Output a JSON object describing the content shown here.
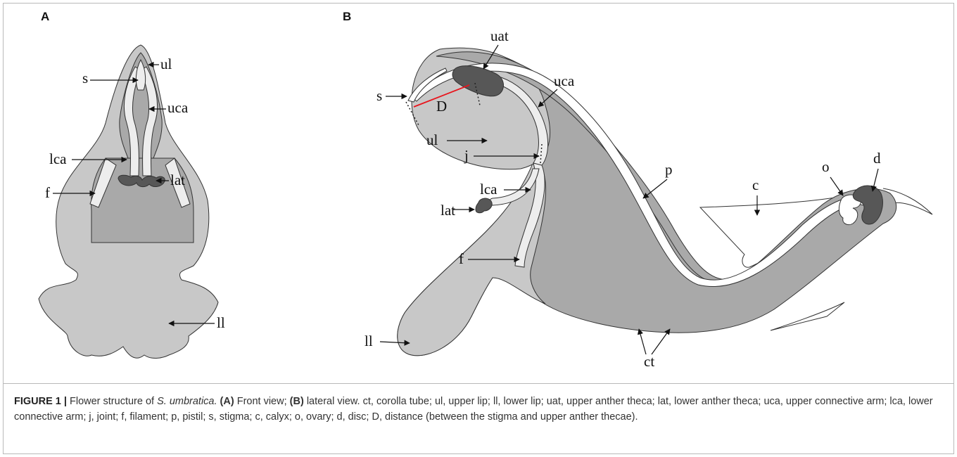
{
  "panels": {
    "a": "A",
    "b": "B"
  },
  "labels_a": {
    "ul": "ul",
    "s": "s",
    "uca": "uca",
    "lca": "lca",
    "lat": "lat",
    "f": "f",
    "ll": "ll"
  },
  "labels_b": {
    "uat": "uat",
    "s": "s",
    "uca": "uca",
    "D": "D",
    "ul": "ul",
    "j": "j",
    "p": "p",
    "lca": "lca",
    "lat": "lat",
    "o": "o",
    "d": "d",
    "c": "c",
    "f": "f",
    "ll": "ll",
    "ct": "ct"
  },
  "caption": {
    "figure": "FIGURE 1 |",
    "t1": " Flower structure of ",
    "species": "S. umbratica.",
    "pa": " (A)",
    "t2": " Front view; ",
    "pb": "(B)",
    "t3": " lateral view. ct, corolla tube; ul, upper lip; ll, lower lip; uat, upper anther theca; lat, lower anther theca; uca, upper connective arm; lca, lower connective arm; j, joint; f, filament; p, pistil; s, stigma; c, calyx; o, ovary; d, disc; D, distance (between the stigma and upper anther thecae)."
  },
  "colors": {
    "light": "#c8c8c8",
    "mid": "#a9a9a9",
    "dark": "#575757",
    "white": "#ededed",
    "stroke": "#222222",
    "red": "#e8141c"
  }
}
